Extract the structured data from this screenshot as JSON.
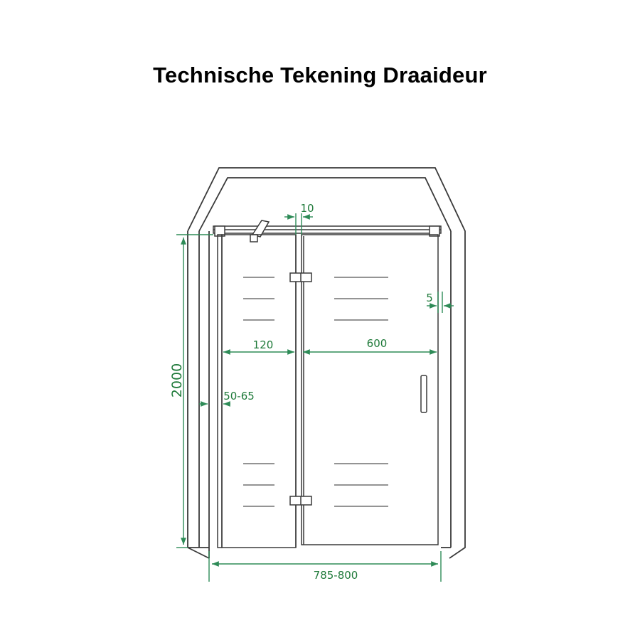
{
  "title": "Technische Tekening Draaideur",
  "dimensions": {
    "height": "2000",
    "top_gap": "10",
    "side_gap": "5",
    "fixed_panel": "120",
    "door_width": "600",
    "wall_adjust": "50-65",
    "total_width": "785-800"
  },
  "colors": {
    "line": "#3a3a3a",
    "dimension": "#2e8b57"
  }
}
